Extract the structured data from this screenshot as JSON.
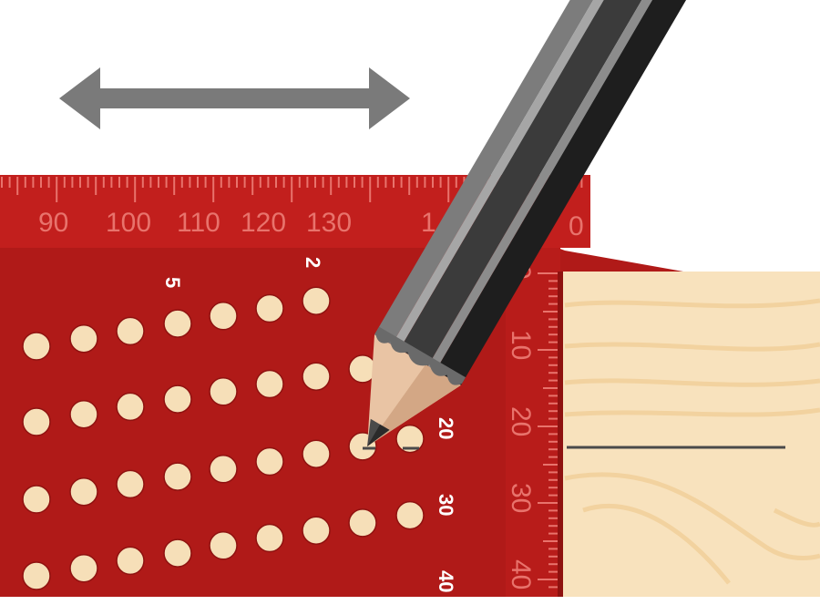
{
  "illustration": {
    "top_ruler_labels": [
      "90",
      "100",
      "110",
      "120",
      "130",
      "1",
      "0"
    ],
    "side_ruler_labels": [
      "0",
      "10",
      "20",
      "30",
      "40"
    ],
    "hole_labels": [
      "2",
      "5",
      "20",
      "30",
      "40"
    ]
  },
  "colors": {
    "square_red": "#b01a18",
    "ruler_red": "#c21f1d",
    "wood": "#f8e2bd",
    "arrow_gray": "#7a7a7a",
    "mark_line": "#4a4a4a"
  }
}
